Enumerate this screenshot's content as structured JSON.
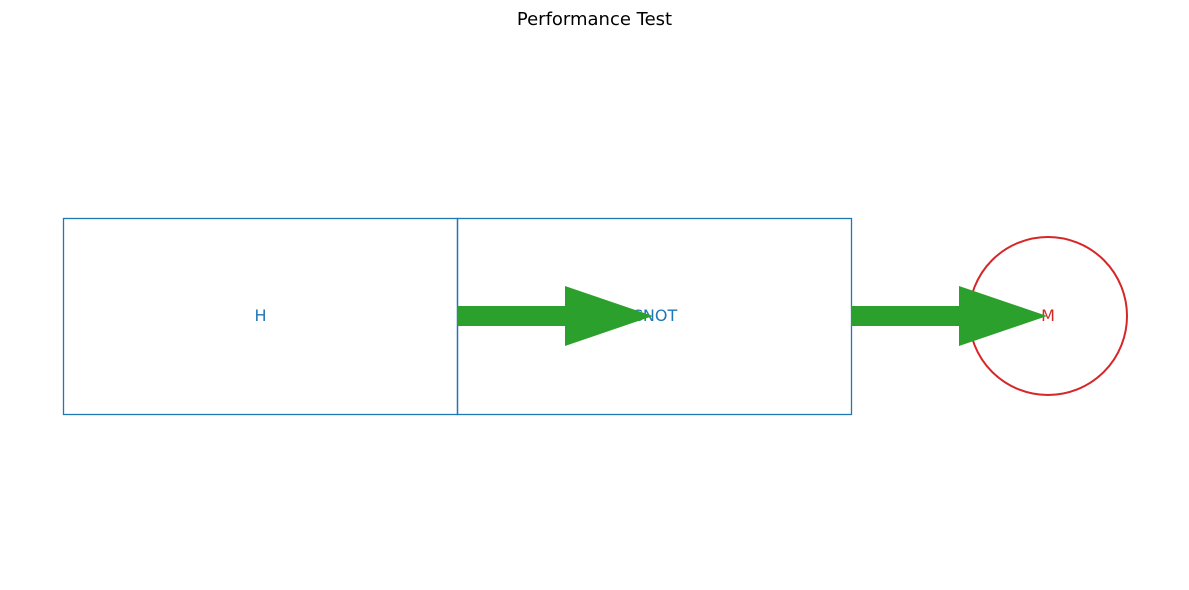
{
  "diagram": {
    "title": "Performance Test",
    "nodes": [
      {
        "id": "h",
        "label": "H",
        "shape": "rectangle",
        "color": "#1f77b4"
      },
      {
        "id": "cnot",
        "label": "CNOT",
        "shape": "rectangle",
        "color": "#1f77b4"
      },
      {
        "id": "m",
        "label": "M",
        "shape": "circle",
        "color": "#d62728"
      }
    ],
    "edges": [
      {
        "from": "h",
        "to": "cnot",
        "color": "#2ca02c"
      },
      {
        "from": "cnot",
        "to": "m",
        "color": "#2ca02c"
      }
    ]
  }
}
